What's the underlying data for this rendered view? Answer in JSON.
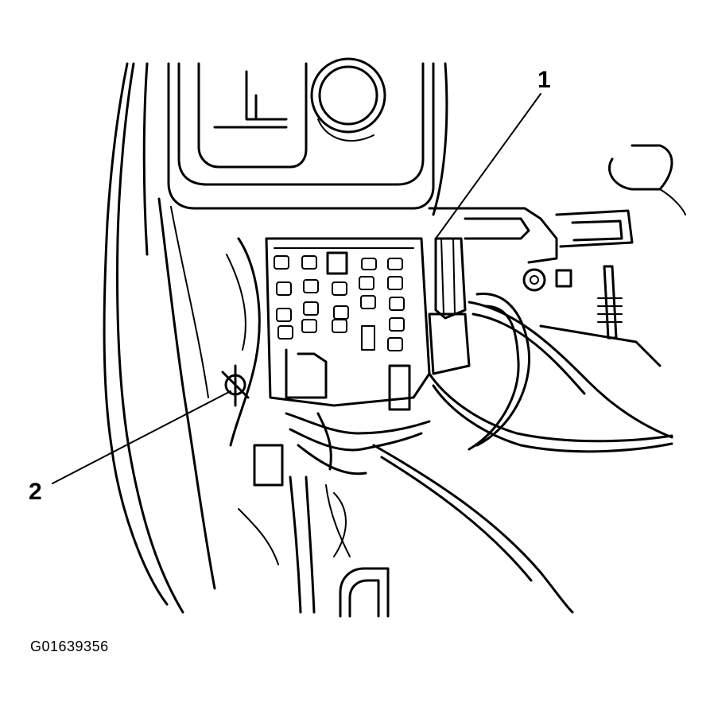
{
  "callouts": [
    {
      "label": "1",
      "target": "fuse-block-connector"
    },
    {
      "label": "2",
      "target": "ground-fastener"
    }
  ],
  "figure_id": "G01639356",
  "colors": {
    "ink": "#000000",
    "paper": "#ffffff"
  }
}
